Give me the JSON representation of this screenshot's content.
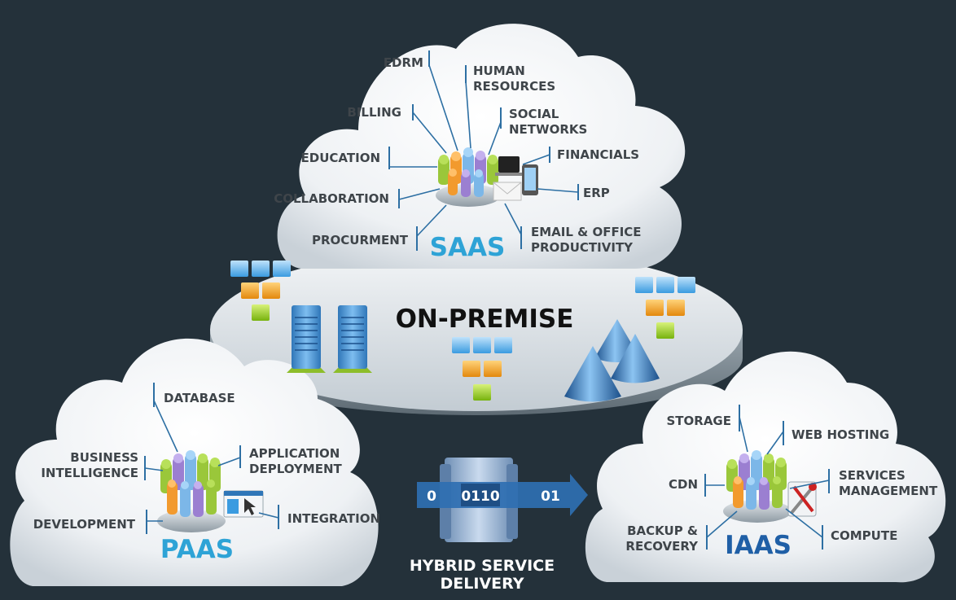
{
  "colors": {
    "background": "#24313a",
    "cloud": "#f4f6f8",
    "accent": "#2ea3d6",
    "label": "#3f454a",
    "connector": "#2d6fa3"
  },
  "on_premise": {
    "title": "ON-PREMISE"
  },
  "saas": {
    "title": "SAAS",
    "labels": {
      "edrm": "EDRM",
      "human_resources": [
        "HUMAN",
        "RESOURCES"
      ],
      "billing": "BILLING",
      "social_networks": [
        "SOCIAL",
        "NETWORKS"
      ],
      "education": "EDUCATION",
      "financials": "FINANCIALS",
      "collaboration": "COLLABORATION",
      "erp": "ERP",
      "procurment": "PROCURMENT",
      "email_office": [
        "EMAIL & OFFICE",
        "PRODUCTIVITY"
      ]
    }
  },
  "paas": {
    "title": "PAAS",
    "labels": {
      "database": "DATABASE",
      "business_intelligence": [
        "BUSINESS",
        "INTELLIGENCE"
      ],
      "application_deployment": [
        "APPLICATION",
        "DEPLOYMENT"
      ],
      "development": "DEVELOPMENT",
      "integration": "INTEGRATION"
    }
  },
  "iaas": {
    "title": "IAAS",
    "labels": {
      "storage": "STORAGE",
      "web_hosting": "WEB HOSTING",
      "cdn": "CDN",
      "services_management": [
        "SERVICES",
        "MANAGEMENT"
      ],
      "backup_recovery": [
        "BACKUP &",
        "RECOVERY"
      ],
      "compute": "COMPUTE"
    }
  },
  "hybrid": {
    "title": [
      "HYBRID SERVICE",
      "DELIVERY"
    ],
    "bits_left": "0",
    "bits_center": "0110",
    "bits_right": "01"
  }
}
